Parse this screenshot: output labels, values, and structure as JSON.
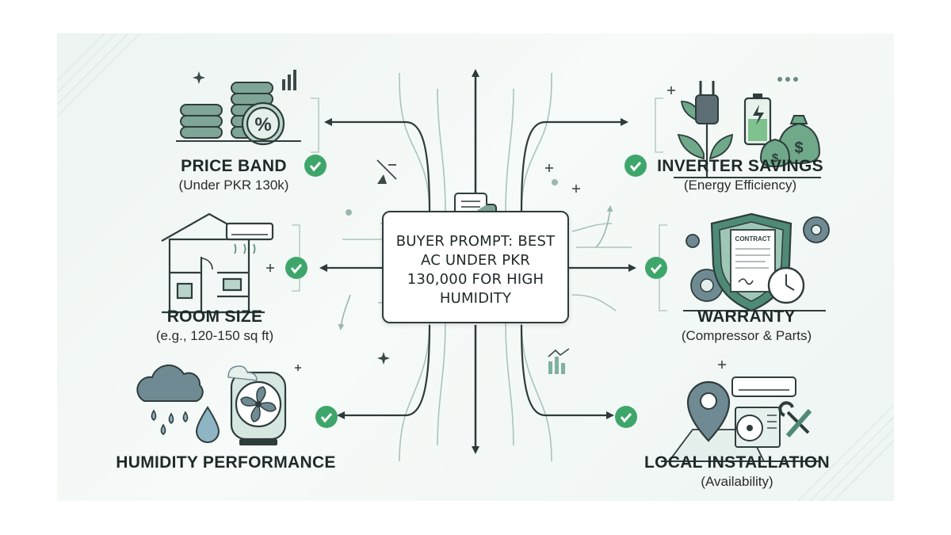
{
  "center": {
    "prompt": "BUYER PROMPT: BEST AC UNDER PKR 130,000 FOR HIGH HUMIDITY"
  },
  "factors": {
    "price_band": {
      "title": "PRICE BAND",
      "subtitle": "(Under PKR 130k)"
    },
    "room_size": {
      "title": "ROOM SIZE",
      "subtitle": "(e.g., 120-150 sq ft)"
    },
    "humidity": {
      "title": "HUMIDITY PERFORMANCE",
      "subtitle": ""
    },
    "inverter": {
      "title": "INVERTER SAVINGS",
      "subtitle": "(Energy Efficiency)"
    },
    "warranty": {
      "title": "WARRANTY",
      "subtitle": "(Compressor & Parts)"
    },
    "installation": {
      "title": "LOCAL INSTALLATION",
      "subtitle": "(Availability)"
    }
  },
  "icons": {
    "contract_label": "CONTRACT",
    "percent_symbol": "%",
    "dollar_symbol": "$"
  },
  "colors": {
    "accent_green": "#3fa66b",
    "icon_green": "#5f8f7c",
    "icon_dark": "#2e3d3c",
    "icon_blue": "#8fb4c4"
  }
}
